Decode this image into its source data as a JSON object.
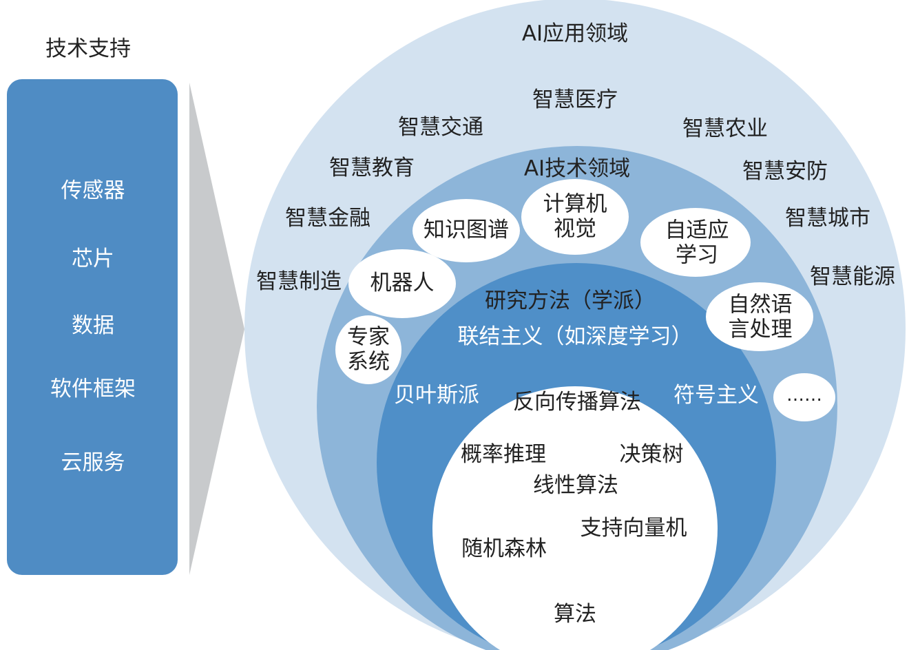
{
  "left": {
    "title": "技术支持",
    "items": [
      "传感器",
      "芯片",
      "数据",
      "软件框架",
      "云服务"
    ]
  },
  "application": {
    "title": "AI应用领域",
    "items": [
      "智慧医疗",
      "智慧交通",
      "智慧农业",
      "智慧教育",
      "智慧安防",
      "智慧金融",
      "智慧城市",
      "智慧制造",
      "智慧能源"
    ]
  },
  "technology": {
    "title": "AI技术领域",
    "items": [
      "知识图谱",
      "计算机视觉",
      "自适应学习",
      "机器人",
      "自然语言处理",
      "专家系统",
      "……"
    ]
  },
  "methods": {
    "title": "研究方法（学派）",
    "items": [
      "联结主义（如深度学习）",
      "贝叶斯派",
      "符号主义"
    ]
  },
  "algorithms": {
    "title": "算法",
    "items": [
      "反向传播算法",
      "概率推理",
      "决策树",
      "线性算法",
      "支持向量机",
      "随机森林"
    ]
  },
  "colors": {
    "panel": "#4f8cc4",
    "outer": "#d3e2f0",
    "middle": "#8db5d9",
    "inner": "#4f8fc8"
  }
}
